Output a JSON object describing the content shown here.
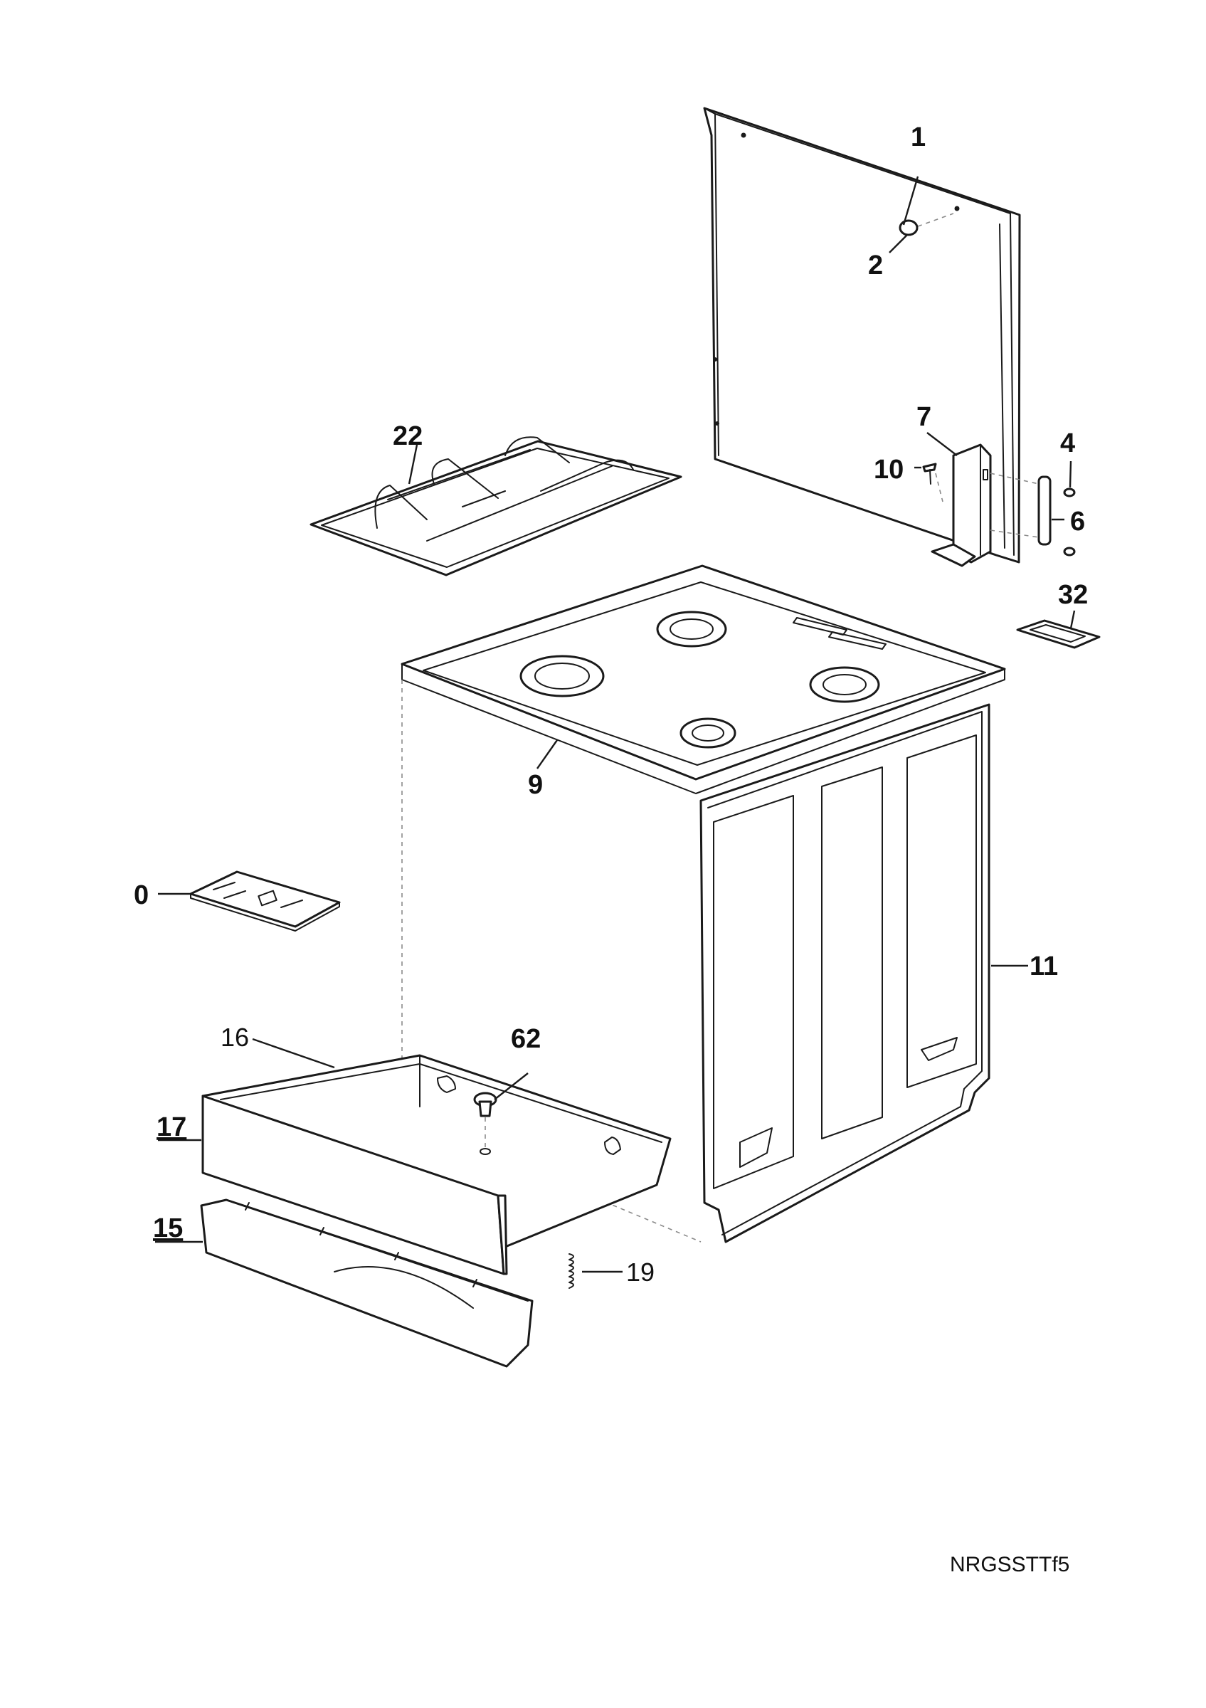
{
  "diagram": {
    "code": "NRGSSTTf5",
    "callouts": {
      "p1": "1",
      "p2": "2",
      "p4": "4",
      "p6": "6",
      "p7": "7",
      "p9": "9",
      "p10": "10",
      "p11": "11",
      "p15": "15",
      "p16": "16",
      "p17": "17",
      "p19": "19",
      "p22": "22",
      "p32": "32",
      "p0": "0",
      "p62": "62"
    }
  }
}
